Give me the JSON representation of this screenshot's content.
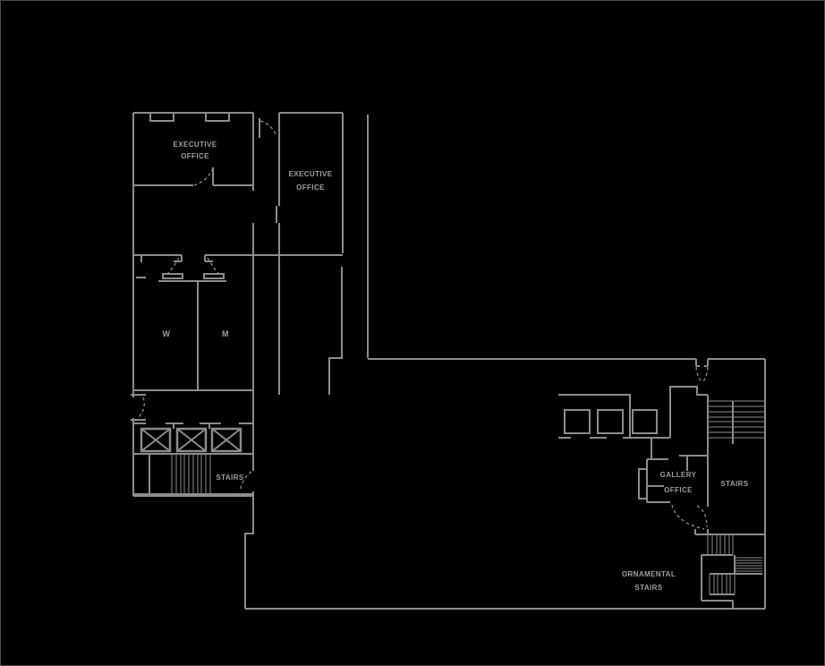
{
  "colors": {
    "background": "#000000",
    "wall": "#8C8C8C",
    "label": "#9F9F9F",
    "frame": "#4A4A4A"
  },
  "rooms": {
    "executive_office_1": {
      "line1": "EXECUTIVE",
      "line2": "OFFICE"
    },
    "executive_office_2": {
      "line1": "EXECUTIVE",
      "line2": "OFFICE"
    },
    "womens_restroom": {
      "label": "W"
    },
    "mens_restroom": {
      "label": "M"
    },
    "stairs_left": {
      "label": "STAIRS"
    },
    "stairs_right": {
      "label": "STAIRS"
    },
    "gallery_office": {
      "line1": "GALLERY",
      "line2": "OFFICE"
    },
    "ornamental_stairs": {
      "line1": "ORNAMENTAL",
      "line2": "STAIRS"
    }
  }
}
